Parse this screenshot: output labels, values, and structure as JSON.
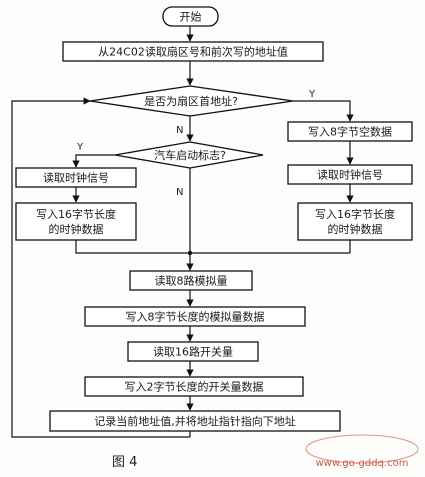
{
  "figure": {
    "caption": "图 4",
    "watermark": "www.go-gddq.com",
    "nodes": {
      "start": "开始",
      "read_sector": "从24C02读取扇区号和前次写的地址值",
      "is_sector_head": "是否为扇区首地址?",
      "car_start_flag": "汽车启动标志?",
      "read_clock_left": "读取时钟信号",
      "write_clock_left": "写入16字节长度的时钟数据",
      "write_empty": "写入8字节空数据",
      "read_clock_right": "读取时钟信号",
      "write_clock_right": "写入16字节长度的时钟数据",
      "read_analog": "读取8路模拟量",
      "write_analog": "写入8字节长度的模拟量数据",
      "read_switch": "读取16路开关量",
      "write_switch": "写入2字节长度的开关量数据",
      "record_addr": "记录当前地址值,并将地址指针指向下地址"
    },
    "branches": {
      "yes": "Y",
      "no": "N",
      "yes2": "Y",
      "no2": "N"
    }
  }
}
